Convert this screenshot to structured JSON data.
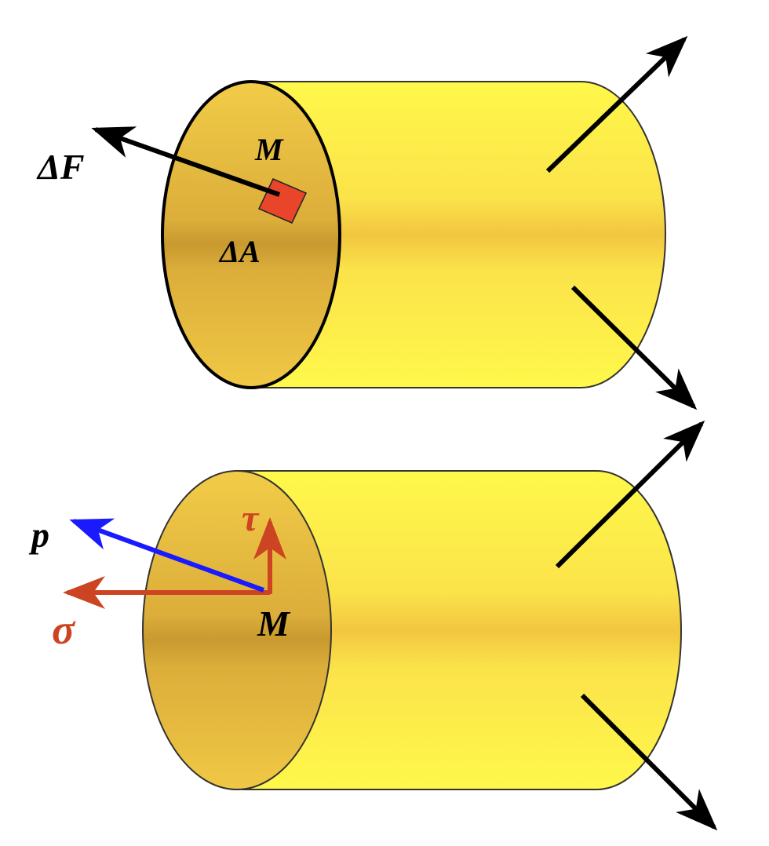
{
  "diagram": {
    "top": {
      "labels": {
        "force": "ΔF",
        "point": "M",
        "area": "ΔA"
      },
      "colors": {
        "force_arrow": "#000000",
        "area_element": "#e8452a"
      }
    },
    "bottom": {
      "labels": {
        "total_stress": "p",
        "normal_stress": "σ",
        "shear_stress": "τ",
        "point": "M"
      },
      "colors": {
        "total_stress": "#1a1aff",
        "normal_stress": "#cc4422",
        "shear_stress": "#cc4422"
      }
    },
    "colors": {
      "cylinder_body": "#fff84a",
      "cylinder_band": "#f2c640",
      "section_face": "#e3b43c",
      "section_face_dark": "#c89a30",
      "external_force": "#000000"
    }
  }
}
